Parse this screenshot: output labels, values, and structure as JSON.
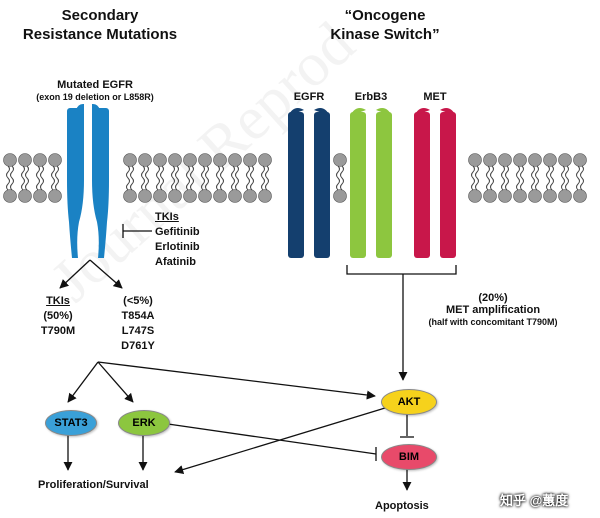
{
  "titles": {
    "left": "Secondary\nResistance Mutations",
    "right": "“Oncogene\nKinase Switch”"
  },
  "receptors": {
    "mutated_egfr": "Mutated EGFR",
    "mutated_egfr_note": "(exon 19 deletion or L858R)",
    "egfr": "EGFR",
    "erbb3": "ErbB3",
    "met": "MET"
  },
  "inhibitors": {
    "heading": "TKIs",
    "drugs": [
      "Gefitinib",
      "Erlotinib",
      "Afatinib"
    ]
  },
  "resistance": {
    "left": {
      "heading": "TKIs",
      "pct": "(50%)",
      "mutation": "T790M"
    },
    "right": {
      "pct": "(<5%)",
      "mutations": [
        "T854A",
        "L747S",
        "D761Y"
      ]
    }
  },
  "met_amp": {
    "pct": "(20%)",
    "label": "MET amplification",
    "note": "(half with concomitant T790M)"
  },
  "nodes": {
    "stat3": "STAT3",
    "erk": "ERK",
    "akt": "AKT",
    "bim": "BIM"
  },
  "outcomes": {
    "proliferation": "Proliferation/Survival",
    "apoptosis": "Apoptosis"
  },
  "watermark": "Journal Reprod",
  "corner_mark": "知乎 @蕙度",
  "colors": {
    "egfr_mutant": "#1a82c4",
    "egfr": "#143f6e",
    "erbb3": "#8dc63f",
    "met": "#c8174a",
    "stat3": "#3aa0d8",
    "erk": "#8cc63f",
    "akt": "#f6d21c",
    "bim": "#e84a6a"
  }
}
